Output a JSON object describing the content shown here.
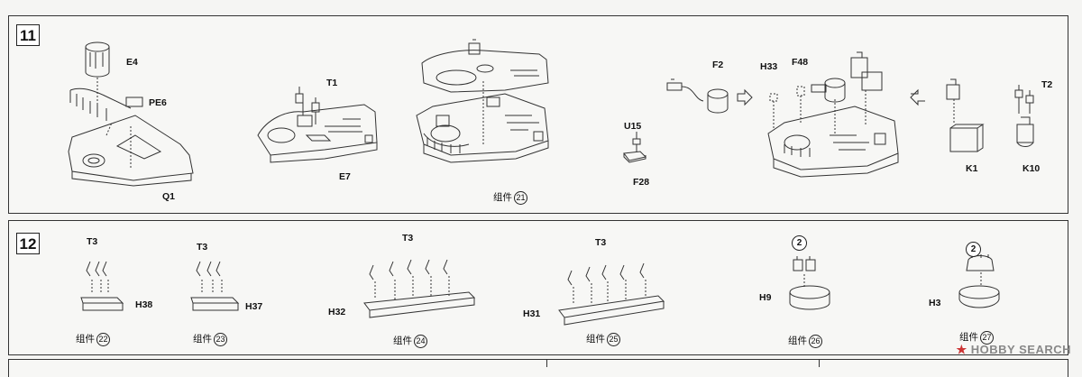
{
  "step11": {
    "number": "11",
    "labels": {
      "e4": "E4",
      "pe6": "PE6",
      "q1": "Q1",
      "t1": "T1",
      "e7": "E7",
      "u15": "U15",
      "f28": "F28",
      "f2": "F2",
      "h33": "H33",
      "f48": "F48",
      "k1": "K1",
      "t2": "T2",
      "k10": "K10"
    },
    "group_text": "组件",
    "group_num": "21"
  },
  "step12": {
    "number": "12",
    "t3": "T3",
    "parts": [
      {
        "part": "H38",
        "group": "22"
      },
      {
        "part": "H37",
        "group": "23"
      },
      {
        "part": "H32",
        "group": "24"
      },
      {
        "part": "H31",
        "group": "25"
      },
      {
        "part": "H9",
        "group": "26",
        "qty": "2"
      },
      {
        "part": "H3",
        "group": "27",
        "qty": "2"
      }
    ],
    "group_text": "组件"
  },
  "watermark": {
    "brand": "HOBBY SEARCH",
    "star": "★"
  }
}
